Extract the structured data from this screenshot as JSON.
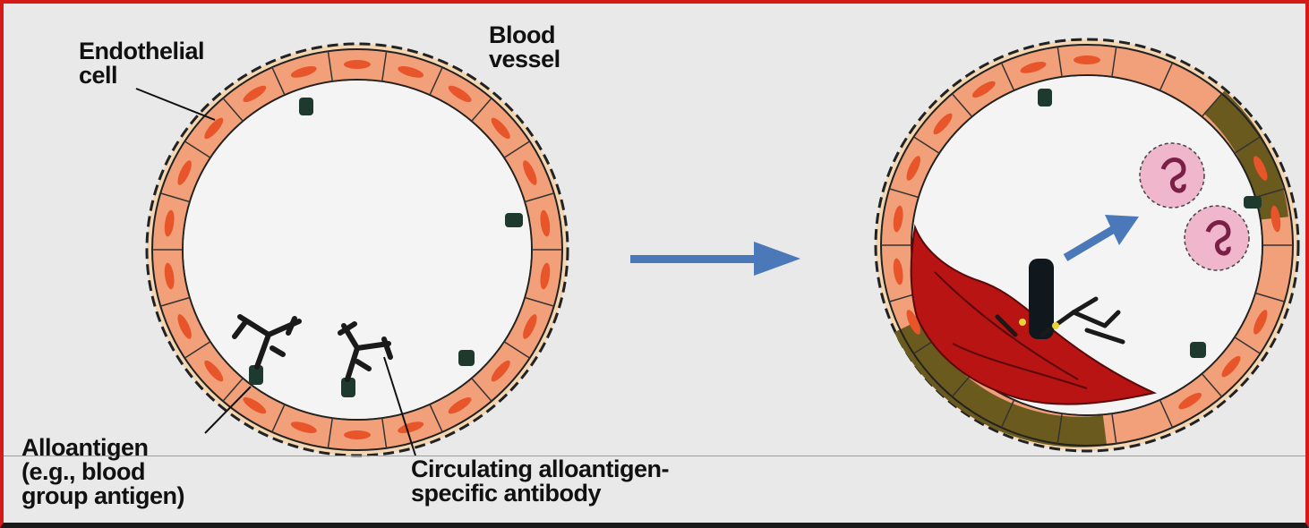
{
  "labels": {
    "endothelial_cell": "Endothelial\ncell",
    "blood_vessel": "Blood\nvessel",
    "alloantigen": "Alloantigen\n(e.g., blood\ngroup antigen)",
    "circulating_antibody": "Circulating alloantigen-\nspecific antibody"
  },
  "colors": {
    "background": "#e9e9e9",
    "endothelial_cell_fill": "#f2a07a",
    "cell_nucleus": "#e8552a",
    "vessel_wall": "#f3d6b2",
    "arrow_blue": "#4a78b8",
    "thrombus": "#b81414",
    "neutrophil": "#f0b7cc",
    "damaged_cell": "#6b5a1e",
    "frame_border": "#d61a1a"
  },
  "icons": {
    "process_arrow": "right-arrow-icon",
    "migration_arrow": "diagonal-arrow-icon"
  }
}
